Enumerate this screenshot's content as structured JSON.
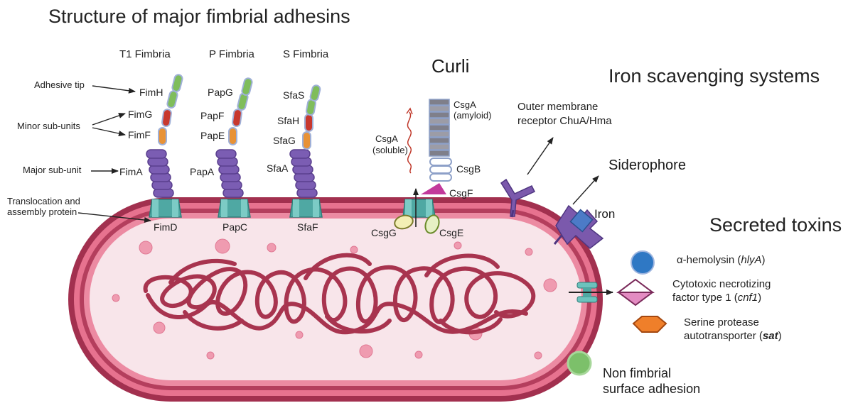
{
  "title": "Structure of major fimbrial adhesins",
  "fimbriae": [
    {
      "name": "T1 Fimbria",
      "tip": "FimH",
      "minor1": "FimG",
      "minor2": "FimF",
      "major": "FimA",
      "base": "FimD"
    },
    {
      "name": "P Fimbria",
      "tip": "PapG",
      "minor1": "PapF",
      "minor2": "PapE",
      "major": "PapA",
      "base": "PapC"
    },
    {
      "name": "S Fimbria",
      "tip": "SfaS",
      "minor1": "SfaH",
      "minor2": "SfaG",
      "major": "SfaA",
      "base": "SfaF"
    }
  ],
  "annotations": {
    "adhesive_tip": "Adhesive tip",
    "minor_subunits": "Minor sub-units",
    "major_subunit": "Major sub-unit",
    "translocation_line1": "Translocation and",
    "translocation_line2": "assembly protein"
  },
  "curli": {
    "title": "Curli",
    "csga_amyloid_1": "CsgA",
    "csga_amyloid_2": "(amyloid)",
    "csga_soluble_1": "CsgA",
    "csga_soluble_2": "(soluble)",
    "csgb": "CsgB",
    "csgf": "CsgF",
    "csgg": "CsgG",
    "csge": "CsgE"
  },
  "iron": {
    "title": "Iron scavenging systems",
    "receptor_line1": "Outer membrane",
    "receptor_line2": "receptor ChuA/Hma",
    "siderophore": "Siderophore",
    "iron": "Iron"
  },
  "toxins": {
    "title": "Secreted toxins",
    "hemolysin_text": "α-hemolysin (",
    "hemolysin_gene": "hlyA",
    "hemolysin_close": ")",
    "cnf_line1": "Cytotoxic necrotizing",
    "cnf_line2a": "factor type 1 (",
    "cnf_gene": "cnf1",
    "cnf_line2b": ")",
    "sat_line1": "Serine protease",
    "sat_line2a": "autotransporter (",
    "sat_gene": "sat",
    "sat_line2b": ")"
  },
  "adhesion": {
    "line1": "Non fimbrial",
    "line2": "surface adhesion"
  },
  "colors": {
    "membrane_outer": "#9c2c4c",
    "membrane_mid": "#e06a86",
    "cytoplasm": "#f7e6ea",
    "dna": "#a8344f",
    "tip_green": "#7fbd5b",
    "minor_red": "#c8382e",
    "minor_orange": "#e89236",
    "major_purple": "#7b5db3",
    "porin_teal": "#4fa8a3",
    "hemolysin_blue": "#2f78c4",
    "cnf_pink": "#e38cc2",
    "sat_orange": "#ef7f2a",
    "adhesion_green": "#7cc06a"
  }
}
